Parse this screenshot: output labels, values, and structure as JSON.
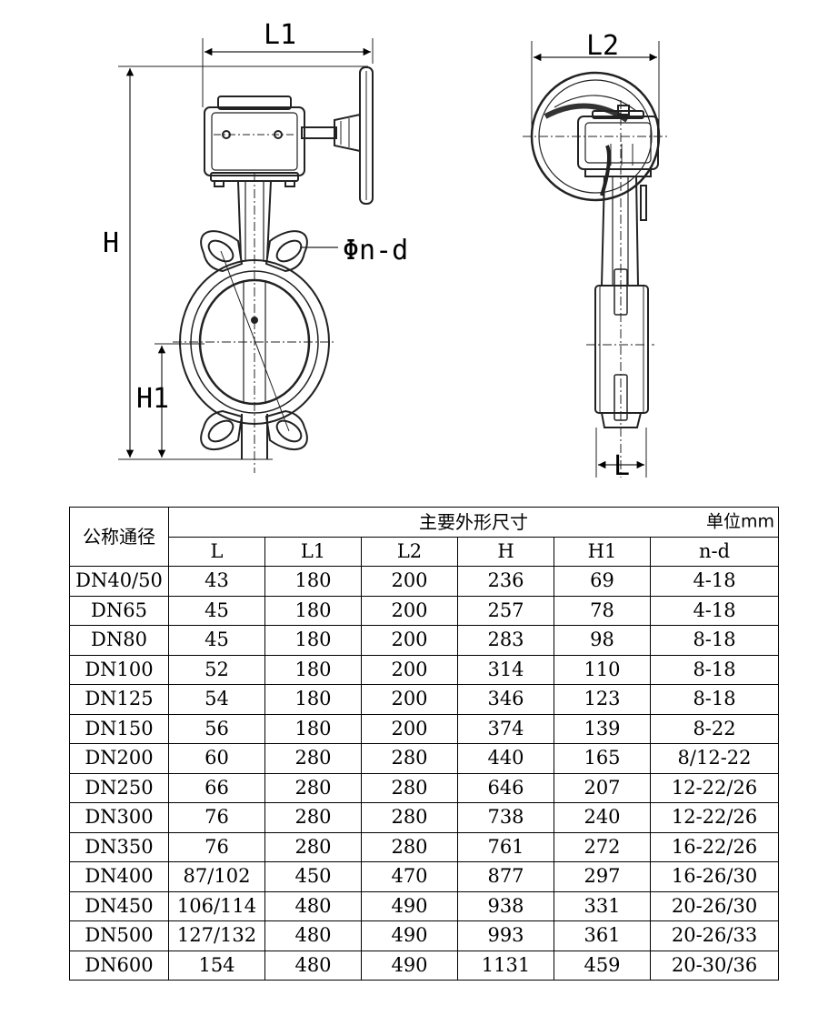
{
  "drawing": {
    "front_labels": {
      "L1": "L1",
      "H": "H",
      "H1": "H1",
      "hole": "Φn-d"
    },
    "side_labels": {
      "L2": "L2",
      "L": "L"
    }
  },
  "table": {
    "header": {
      "nominal": "公称通径",
      "main": "主要外形尺寸",
      "unit": "单位mm",
      "columns": [
        "L",
        "L1",
        "L2",
        "H",
        "H1",
        "n-d"
      ]
    },
    "rows": [
      [
        "DN40/50",
        "43",
        "180",
        "200",
        "236",
        "69",
        "4-18"
      ],
      [
        "DN65",
        "45",
        "180",
        "200",
        "257",
        "78",
        "4-18"
      ],
      [
        "DN80",
        "45",
        "180",
        "200",
        "283",
        "98",
        "8-18"
      ],
      [
        "DN100",
        "52",
        "180",
        "200",
        "314",
        "110",
        "8-18"
      ],
      [
        "DN125",
        "54",
        "180",
        "200",
        "346",
        "123",
        "8-18"
      ],
      [
        "DN150",
        "56",
        "180",
        "200",
        "374",
        "139",
        "8-22"
      ],
      [
        "DN200",
        "60",
        "280",
        "280",
        "440",
        "165",
        "8/12-22"
      ],
      [
        "DN250",
        "66",
        "280",
        "280",
        "646",
        "207",
        "12-22/26"
      ],
      [
        "DN300",
        "76",
        "280",
        "280",
        "738",
        "240",
        "12-22/26"
      ],
      [
        "DN350",
        "76",
        "280",
        "280",
        "761",
        "272",
        "16-22/26"
      ],
      [
        "DN400",
        "87/102",
        "450",
        "470",
        "877",
        "297",
        "16-26/30"
      ],
      [
        "DN450",
        "106/114",
        "480",
        "490",
        "938",
        "331",
        "20-26/30"
      ],
      [
        "DN500",
        "127/132",
        "480",
        "490",
        "993",
        "361",
        "20-26/33"
      ],
      [
        "DN600",
        "154",
        "480",
        "490",
        "1131",
        "459",
        "20-30/36"
      ]
    ]
  }
}
